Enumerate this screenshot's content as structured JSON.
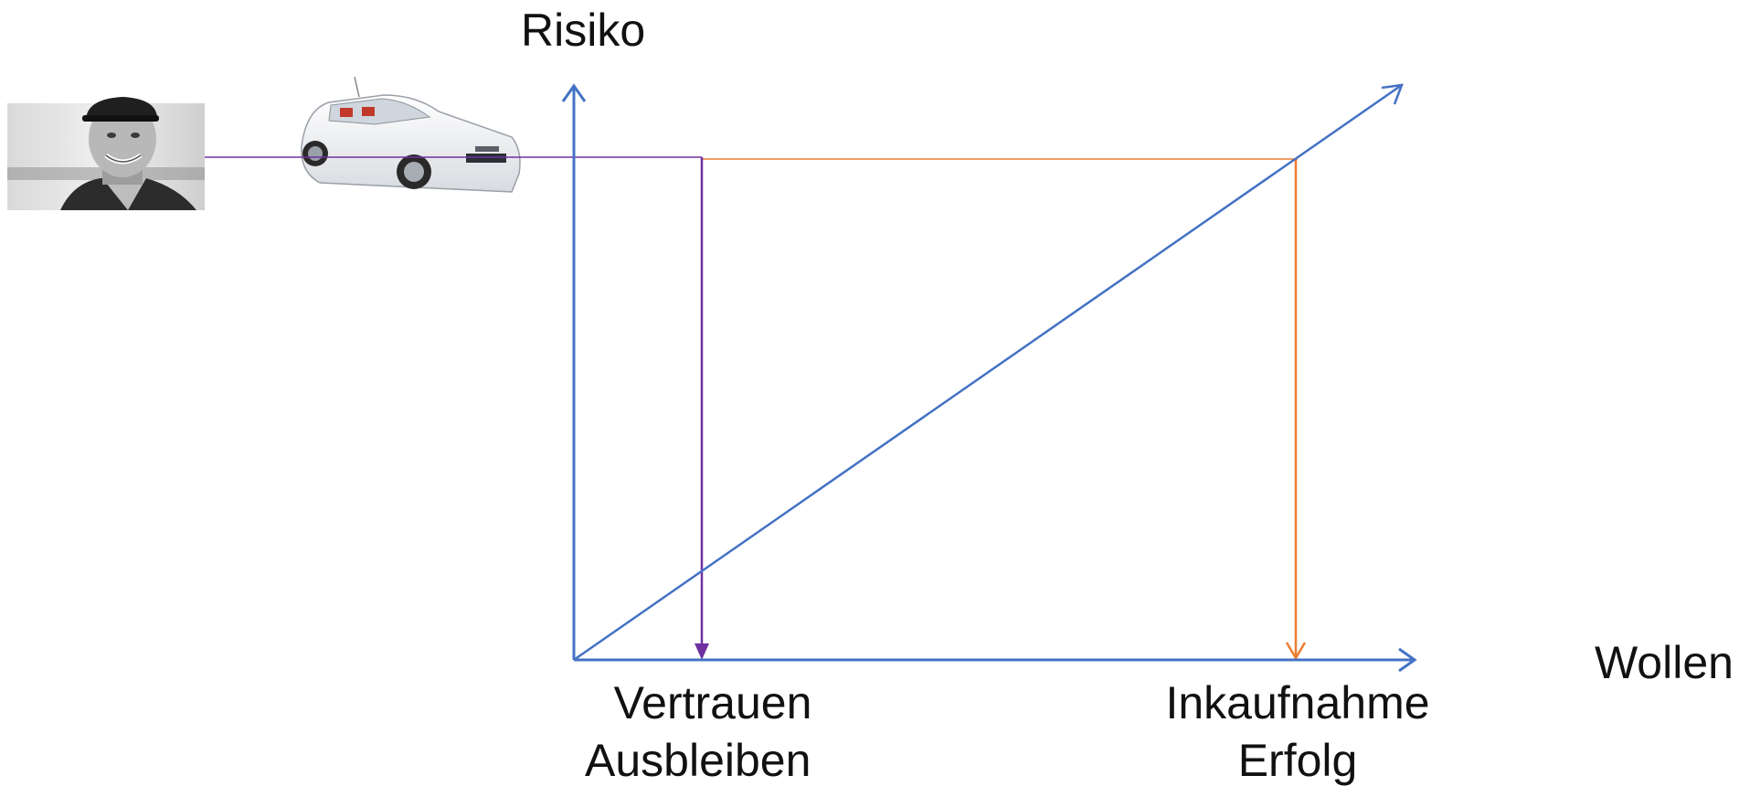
{
  "diagram": {
    "y_axis_label": "Risiko",
    "x_axis_label": "Wollen",
    "left_result": {
      "line1": "Vertrauen",
      "line2": "Ausbleiben"
    },
    "right_result": {
      "line1": "Inkaufnahme",
      "line2": "Erfolg"
    },
    "colors": {
      "axes": "#4472c4",
      "diagonal": "#4472c4",
      "left_path": "#7030a0",
      "right_path": "#ed7d31",
      "text": "#111111"
    },
    "images": [
      {
        "name": "portrait-photo",
        "description_icon": "man-with-cap-photo"
      },
      {
        "name": "car-photo",
        "description_icon": "white-sports-car-photo"
      }
    ]
  }
}
